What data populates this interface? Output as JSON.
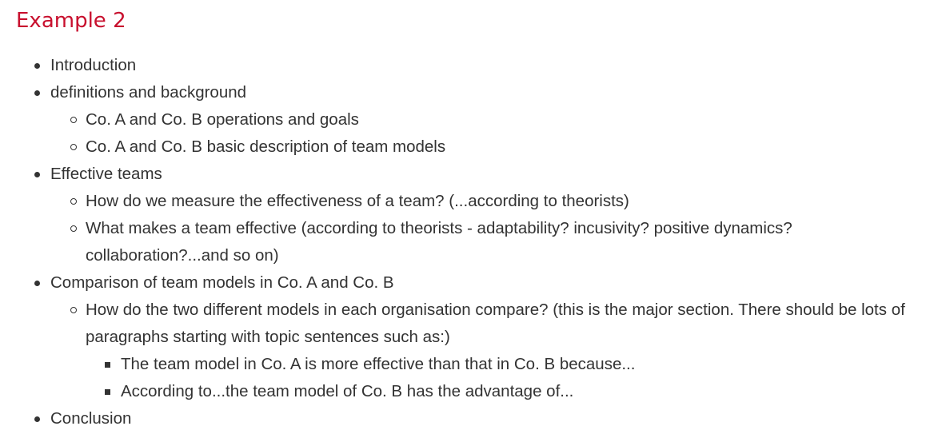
{
  "heading": "Example 2",
  "outline": {
    "intro": "Introduction",
    "definitions": {
      "label": "definitions and background",
      "items": [
        "Co. A and Co. B operations and goals",
        "Co. A and Co. B basic description of team models"
      ]
    },
    "effective": {
      "label": "Effective teams",
      "items": [
        "How do we measure the effectiveness of a team? (...according to theorists)",
        "What makes a team effective (according to theorists - adaptability? incusivity? positive dynamics? collaboration?...and so on)"
      ]
    },
    "comparison": {
      "label": "Comparison of team models in Co. A and Co. B",
      "item": "How do the two different models in each organisation compare? (this is the major section. There should be lots of paragraphs starting with topic sentences such as:)",
      "examples": [
        "The team model in Co. A is more effective than that in Co. B because...",
        "According to...the team model of Co. B has the advantage of..."
      ]
    },
    "conclusion": "Conclusion"
  },
  "colors": {
    "heading": "#c8102e",
    "text": "#333333",
    "background": "#ffffff"
  }
}
